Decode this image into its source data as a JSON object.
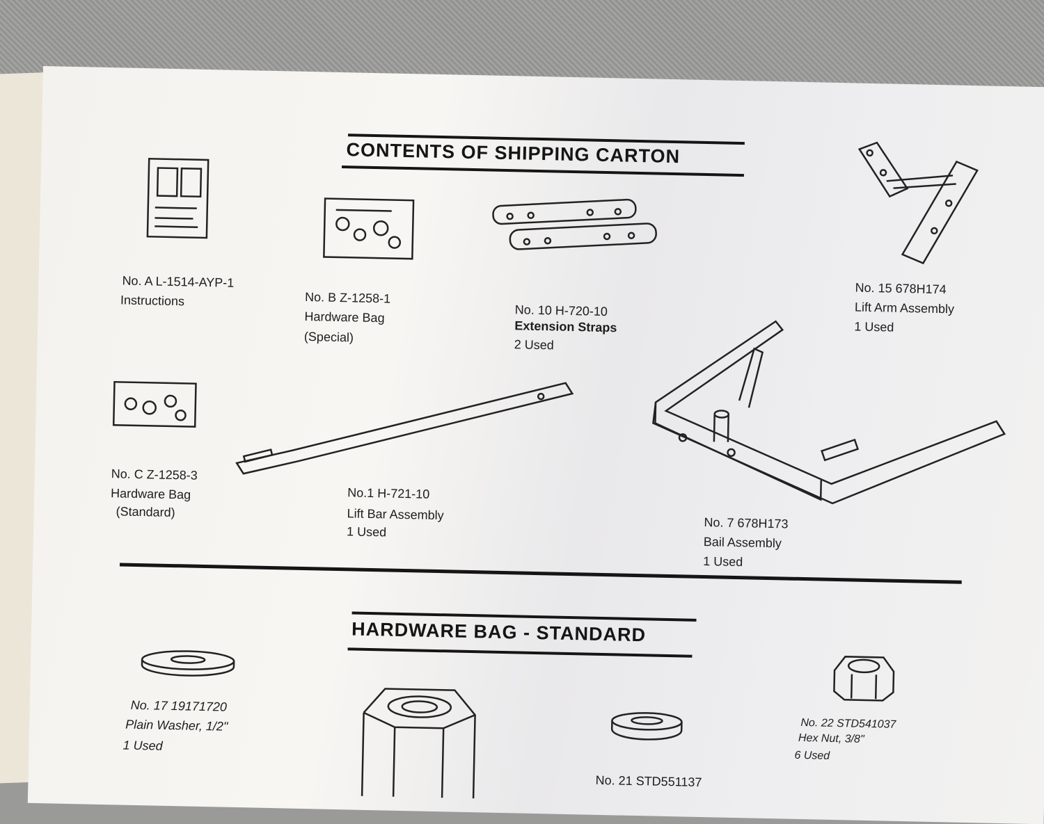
{
  "section1": {
    "title": "CONTENTS OF SHIPPING CARTON",
    "items": [
      {
        "no": "No. A  L-1514-AYP-1",
        "name": "Instructions",
        "extra": ""
      },
      {
        "no": "No. B  Z-1258-1",
        "name": "Hardware Bag",
        "extra": "(Special)"
      },
      {
        "no": "No. 10  H-720-10",
        "name": "Extension Straps",
        "extra": "2  Used"
      },
      {
        "no": "No. 15  678H174",
        "name": "Lift Arm Assembly",
        "extra": "1 Used"
      },
      {
        "no": "No. C  Z-1258-3",
        "name": "Hardware Bag",
        "extra": "(Standard)"
      },
      {
        "no": "No.1  H-721-10",
        "name": "Lift Bar Assembly",
        "extra": "1 Used"
      },
      {
        "no": "No. 7  678H173",
        "name": "Bail Assembly",
        "extra": "1 Used"
      }
    ]
  },
  "section2": {
    "title": "HARDWARE BAG - STANDARD",
    "items": [
      {
        "no": "No. 17  19171720",
        "name": "Plain Washer, 1/2\"",
        "extra": "1 Used"
      },
      {
        "no": "No. 21  STD551137"
      },
      {
        "no": "No. 22  STD541037",
        "name": "Hex Nut, 3/8\"",
        "extra": "6 Used"
      }
    ]
  }
}
